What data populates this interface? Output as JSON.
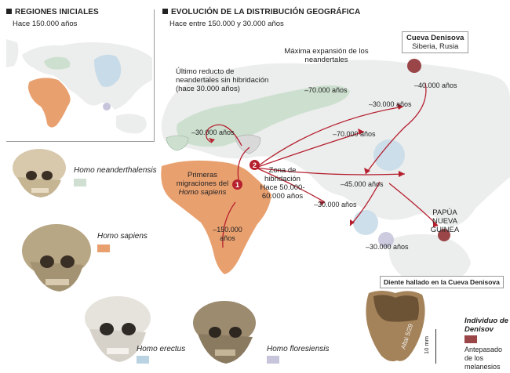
{
  "left_panel": {
    "title": "REGIONES INICIALES",
    "subtitle": "Hace 150.000 años"
  },
  "main_panel": {
    "title": "EVOLUCIÓN DE LA DISTRIBUCIÓN GEOGRÁFICA",
    "subtitle": "Hace entre 150.000 y 30.000 años"
  },
  "map_labels": {
    "max_expansion": "Máxima expansión de los neandertales",
    "max_expansion_date": "–70.000 años",
    "last_refuge": "Último reducto de neandertales sin hibridación (hace 30.000 años)",
    "first_migrations_1": "Primeras migraciones del",
    "first_migrations_2": "Homo sapiens",
    "hybrid_zone_1": "Zona de hibridación",
    "hybrid_zone_2": "Hace 50.000-60.000 años",
    "papua": "PAPÚA NUEVA GUINEA"
  },
  "dates": {
    "d_30000_europe": "–30.000 años",
    "d_70000_asia": "–70.000 años",
    "d_30000_asia": "–30.000 años",
    "d_40000": "–40.000 años",
    "d_45000": "–45.000 años",
    "d_30000_india": "–30.000 años",
    "d_30000_sea": "–30.000 años",
    "d_150000": "–150.000 años"
  },
  "badges": [
    "1",
    "2"
  ],
  "cave": {
    "name": "Cueva Denisova",
    "place": "Siberia, Rusia"
  },
  "species": [
    {
      "name": "Homo neanderthalensis",
      "color": "#cfe0d2"
    },
    {
      "name": "Homo sapiens",
      "color": "#e9a06f"
    },
    {
      "name": "Homo erectus",
      "color": "#b9d3e2"
    },
    {
      "name": "Homo floresiensis",
      "color": "#c7c5dc"
    }
  ],
  "tooth": {
    "title": "Diente hallado en la Cueva Denisova",
    "scale": "10 mm",
    "engraving": "Altai 5/29"
  },
  "denisovan_legend": {
    "title": "Individuo de Denisov",
    "desc": "Antepasado de los melanesios",
    "color": "#9a4548"
  },
  "colors": {
    "land": "#eceded",
    "neanderthal": "#cde0cf",
    "sapiens": "#e9a06f",
    "arrow": "#b51f2e",
    "water_ring": "#c8dbe8"
  }
}
